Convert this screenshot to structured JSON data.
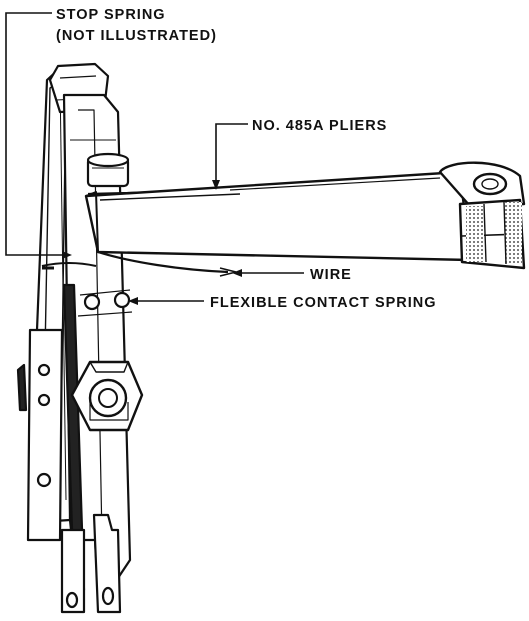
{
  "labels": {
    "stop_spring_line1": "STOP SPRING",
    "stop_spring_line2": "(NOT ILLUSTRATED)",
    "pliers": "NO. 485A PLIERS",
    "wire": "WIRE",
    "flexible_contact_spring": "FLEXIBLE CONTACT SPRING"
  },
  "colors": {
    "ink": "#111111",
    "paper": "#ffffff",
    "shade": "#444444"
  }
}
